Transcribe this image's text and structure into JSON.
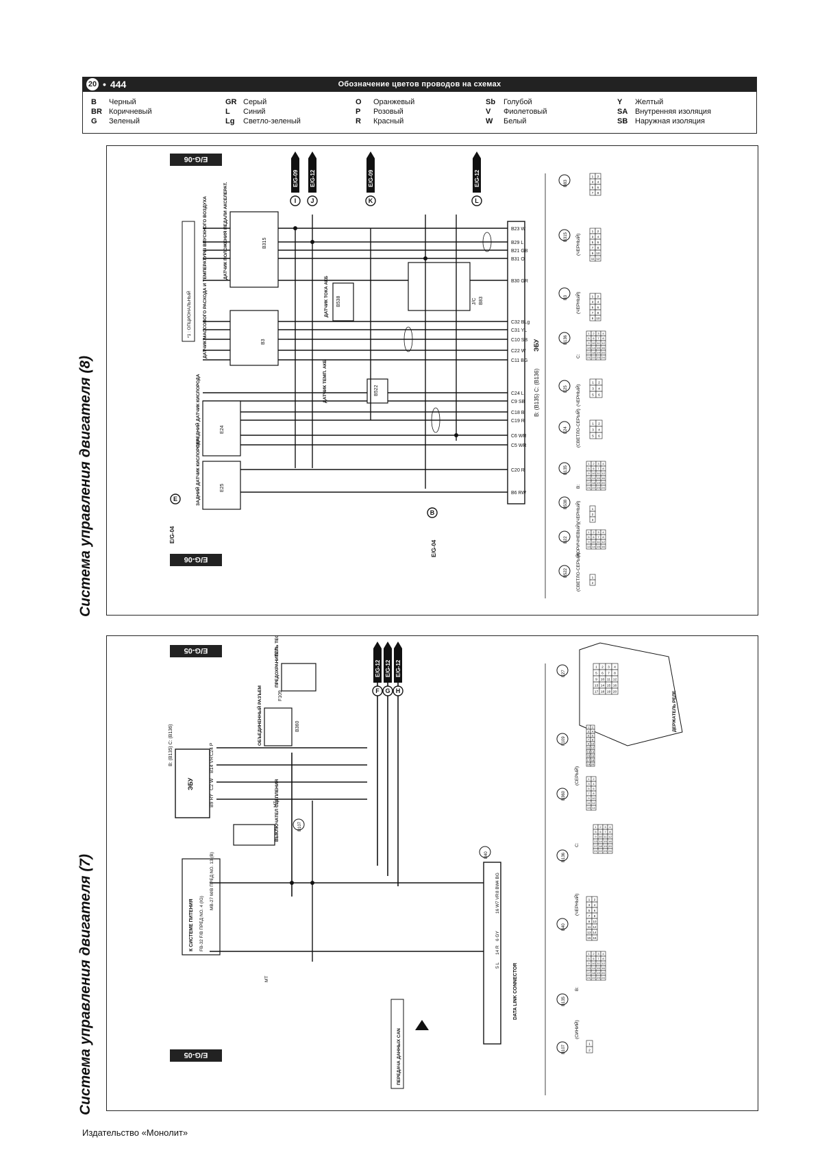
{
  "header": {
    "section": "20",
    "page_number": "444",
    "title": "Обозначение цветов проводов на схемах"
  },
  "color_legend": [
    [
      {
        "code": "B",
        "name": "Черный"
      },
      {
        "code": "BR",
        "name": "Коричневый"
      },
      {
        "code": "G",
        "name": "Зеленый"
      }
    ],
    [
      {
        "code": "GR",
        "name": "Серый"
      },
      {
        "code": "L",
        "name": "Синий"
      },
      {
        "code": "Lg",
        "name": "Светло-зеленый"
      }
    ],
    [
      {
        "code": "O",
        "name": "Оранжевый"
      },
      {
        "code": "P",
        "name": "Розовый"
      },
      {
        "code": "R",
        "name": "Красный"
      }
    ],
    [
      {
        "code": "Sb",
        "name": "Голубой"
      },
      {
        "code": "V",
        "name": "Фиолетовый"
      },
      {
        "code": "W",
        "name": "Белый"
      }
    ],
    [
      {
        "code": "Y",
        "name": "Желтый"
      },
      {
        "code": "SA",
        "name": "Внутренняя изоляция"
      },
      {
        "code": "SB",
        "name": "Наружная изоляция"
      }
    ]
  ],
  "diagram_8": {
    "title": "Система управления двигателя (8)",
    "tag": "E/G-06",
    "ecu_label": "ЭБУ",
    "ecu_connectors": "B: (B135) C: (B136)",
    "optional_note": "*1 : ОПЦИОНАЛЬНЫЙ",
    "components": {
      "accel_pedal": "ДАТЧИК ПОЛОЖЕНИЯ ПЕДАЛИ АКСЕЛЕРАТ.",
      "accel_pedal_conn": "B315",
      "maf": "ДАТЧИК МАССОВОГО РАСХОДА И ТЕМПЕРАТУРЫ ВПУСКНОГО ВОЗДУХА",
      "maf_conn": "B3",
      "batt_current": "ДАТЧИК ТОКА АКБ",
      "batt_current_conn": "B538",
      "batt_temp": "ДАТЧИК ТЕМП. АКБ",
      "batt_temp_conn": "B522",
      "front_o2": "ПЕРЕДНИЙ ДАТЧИК КИСЛОРОДА",
      "front_o2_conn": "E24",
      "rear_o2": "ЗАДНИЙ ДАТЧИК КИСЛОРОДА",
      "rear_o2_conn": "E25",
      "jc": "J/C",
      "jc_conn": "B83"
    },
    "links": [
      {
        "letter": "I",
        "ref": "E/G-09"
      },
      {
        "letter": "J",
        "ref": "E/G-12"
      },
      {
        "letter": "K",
        "ref": "E/G-09"
      },
      {
        "letter": "L",
        "ref": "E/G-12"
      },
      {
        "letter": "E",
        "ref": "E/G-04"
      },
      {
        "letter": "B",
        "ref": "E/G-04"
      }
    ],
    "ecu_pins": [
      "B23 W",
      "B29 L",
      "B21 GB",
      "B31 O",
      "B30 GR",
      "C32 BLg",
      "C31 YL",
      "C10 SB",
      "C22 W",
      "C11 BG",
      "C24 L",
      "C9 SB",
      "C18 B",
      "C19 R",
      "C6 WR",
      "C5 WR",
      "C20 R",
      "B6 RW"
    ],
    "connector_views": [
      {
        "id": "B83",
        "note": ""
      },
      {
        "id": "B315",
        "note": "(ЧЕРНЫЙ)"
      },
      {
        "id": "B3",
        "note": "(ЧЕРНЫЙ)"
      },
      {
        "id": "B136",
        "note": "C:"
      },
      {
        "id": "E25",
        "note": "(ЧЕРНЫЙ)"
      },
      {
        "id": "E24",
        "note": "(СВЕТЛО-СЕРЫЙ)"
      },
      {
        "id": "B135",
        "note": "B:"
      },
      {
        "id": "B538",
        "note": "(ЧЕРНЫЙ)"
      },
      {
        "id": "B22",
        "note": "(КОРИЧНЕВЫЙ)"
      },
      {
        "id": "B522",
        "note": "(СВЕТЛО-СЕРЫЙ)"
      }
    ]
  },
  "diagram_7": {
    "title": "Система управления двигателя (7)",
    "tag": "E/G-05",
    "ecu_label": "ЭБУ",
    "ecu_connectors": "B: (B135) C: (B136)",
    "components": {
      "power_system": "К СИСТЕМЕ ПИТЕНИЯ",
      "fuse_fb": "FB-32 F/B ПРЕД NO. 4 (IG)",
      "fuse_mb": "MB-27 M/B ПРЕД NO. 13 (B)",
      "clutch_switch": "ВЫКЛЮЧАТЕЛ СЦЕПЛЕНИЯ",
      "clutch_conn": "B107",
      "joint_connector": "ОБЪЕДИНЕННЫЙ РАЗЪЕМ",
      "joint_conn_a": "B360",
      "joint_conn_b": "F109",
      "test_fuse": "ПРЕДОХРАНИТЕЛЬ ТЕСТОВОГО РЕЖИМА",
      "test_fuse_conn": "E27",
      "dlc": "DATA LINK CONNECTOR",
      "dlc_conn": "B40",
      "can": "ПЕРЕДАЧА ДАННЫХ CAN",
      "relay_holder": "ДЕРЖАТЕЛЬ РЕЛЕ",
      "mt": "MT"
    },
    "links": [
      {
        "letter": "F",
        "ref": "E/G-12"
      },
      {
        "letter": "G",
        "ref": "E/G-12"
      },
      {
        "letter": "H",
        "ref": "E/G-12"
      }
    ],
    "ecu_pins": [
      "C24 P",
      "B14 VR",
      "C2 W",
      "B9 RY"
    ],
    "dlc_pins": [
      "4 BG",
      "8 BW",
      "7 VR",
      "16 W",
      "6 GY",
      "14 R",
      "5 L"
    ],
    "connector_views": [
      {
        "id": "B107",
        "note": "(СИНИЙ)"
      },
      {
        "id": "B135",
        "note": "B:"
      },
      {
        "id": "B40",
        "note": "(ЧЕРНЫЙ)"
      },
      {
        "id": "B136",
        "note": "C:"
      },
      {
        "id": "B360",
        "note": "(СЕРЫЙ)"
      },
      {
        "id": "F109",
        "note": ""
      },
      {
        "id": "E27",
        "note": ""
      }
    ]
  },
  "footer": "Издательство «Монолит»"
}
